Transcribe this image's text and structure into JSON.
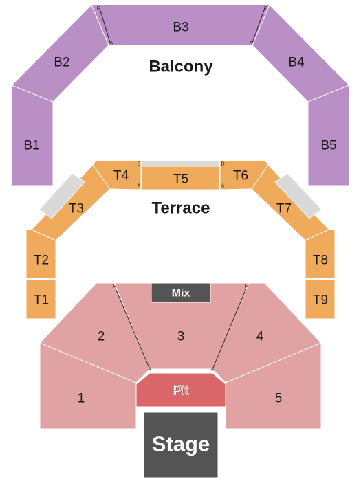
{
  "areas": {
    "balcony": "Balcony",
    "terrace": "Terrace"
  },
  "sections": {
    "B1": "B1",
    "B2": "B2",
    "B3": "B3",
    "B4": "B4",
    "B5": "B5",
    "T1": "T1",
    "T2": "T2",
    "T3": "T3",
    "T4": "T4",
    "T5": "T5",
    "T6": "T6",
    "T7": "T7",
    "T8": "T8",
    "T9": "T9",
    "s1": "1",
    "s2": "2",
    "s3": "3",
    "s4": "4",
    "s5": "5",
    "pit": "Pit",
    "mix": "Mix",
    "stage": "Stage"
  },
  "row_markers": {
    "first_balcony": "F",
    "last_row": "A",
    "terrace_top": "D",
    "floor_top": "P"
  },
  "colors": {
    "balcony": "#b98fc5",
    "terrace": "#f0aa5c",
    "floor": "#e0a2a2",
    "pit": "#d9676a",
    "stage": "#545454",
    "mix": "#545454",
    "walkway": "#d9d9d9"
  }
}
